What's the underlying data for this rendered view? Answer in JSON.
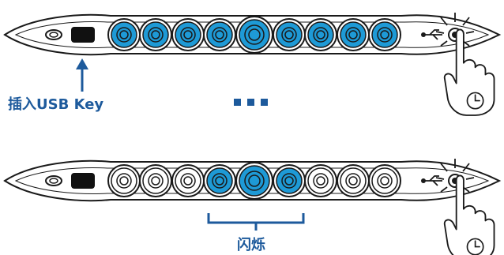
{
  "colors": {
    "accent": "#1d5a9c",
    "led_active": "#1e9ad6",
    "outline": "#1a1a1a"
  },
  "labels": {
    "insert_usb_key": "插入USB Key",
    "blink": "闪烁"
  },
  "panels": [
    {
      "name": "top-device",
      "leds": [
        true,
        true,
        true,
        true,
        true,
        true,
        true,
        true,
        true
      ]
    },
    {
      "name": "bottom-device",
      "leds": [
        false,
        false,
        false,
        true,
        true,
        true,
        false,
        false,
        false
      ]
    }
  ],
  "icons": [
    "usb-port-icon",
    "usb-key-icon",
    "arrow-up-icon",
    "ellipsis-icon",
    "bracket-icon",
    "usb-symbol-icon",
    "hand-press-icon",
    "timer-icon"
  ]
}
